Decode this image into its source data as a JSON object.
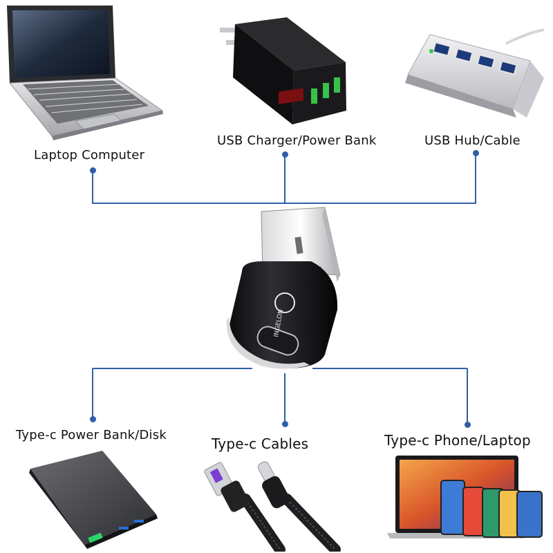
{
  "top_devices": [
    {
      "label": "Laptop Computer",
      "icon": "laptop-icon"
    },
    {
      "label": "USB Charger/Power Bank",
      "icon": "usb-charger-icon"
    },
    {
      "label": "USB Hub/Cable",
      "icon": "usb-hub-icon"
    }
  ],
  "bottom_devices": [
    {
      "label": "Type-c Power Bank/Disk",
      "icon": "power-bank-icon"
    },
    {
      "label": "Type-c Cables",
      "icon": "type-c-cable-icon"
    },
    {
      "label": "Type-c Phone/Laptop",
      "icon": "phone-laptop-icon"
    }
  ],
  "center": {
    "icon": "usb-to-type-c-adapter-icon",
    "brand": "INGELON"
  },
  "colors": {
    "connector_line": "#2f5ea8"
  }
}
